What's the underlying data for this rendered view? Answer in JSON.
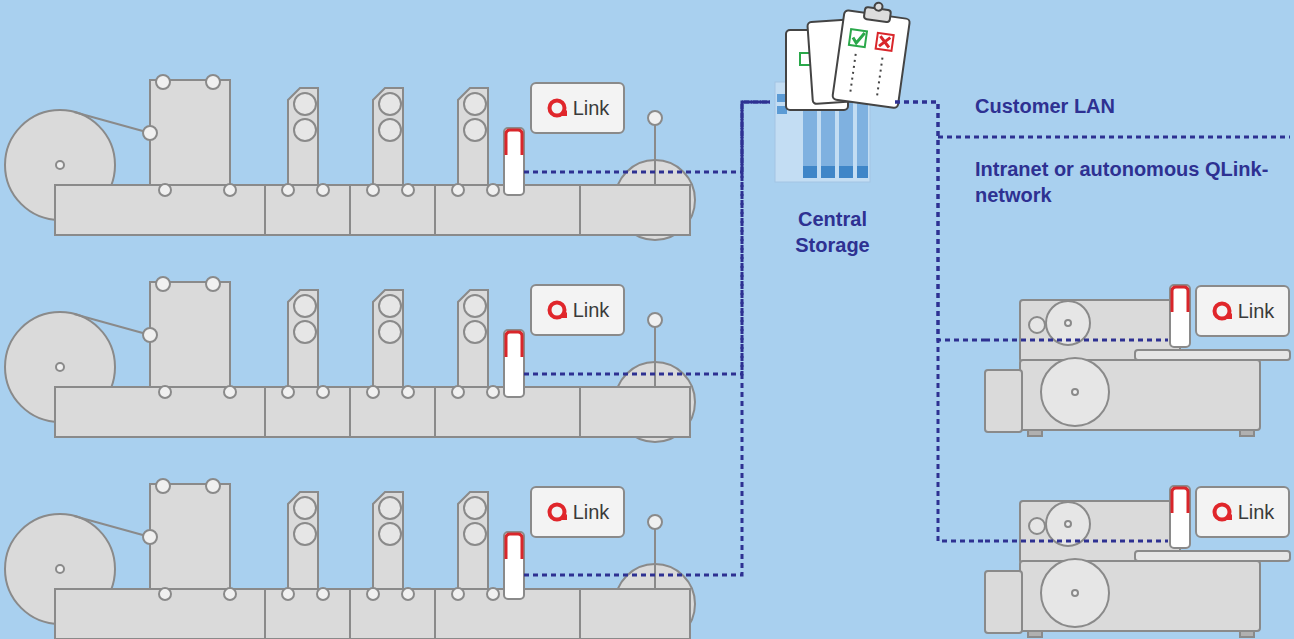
{
  "diagram": {
    "nodes": [
      {
        "text": [
          "Link"
        ]
      },
      {
        "text": [
          "Link"
        ]
      },
      {
        "text": [
          "Link"
        ]
      },
      {
        "text": [
          "Central Storage"
        ]
      },
      {
        "text": [
          "Link"
        ]
      },
      {
        "text": [
          "Link"
        ]
      }
    ],
    "edges": [
      {
        "from": 0,
        "to": 3,
        "arrow": "none"
      },
      {
        "from": 1,
        "to": 3,
        "arrow": "none"
      },
      {
        "from": 2,
        "to": 3,
        "arrow": "none"
      },
      {
        "from": 3,
        "to": 4,
        "arrow": "none"
      },
      {
        "from": 3,
        "to": 5,
        "arrow": "none"
      }
    ],
    "labels": [
      "Customer LAN",
      "Intranet or autonomous QLink-network"
    ]
  }
}
